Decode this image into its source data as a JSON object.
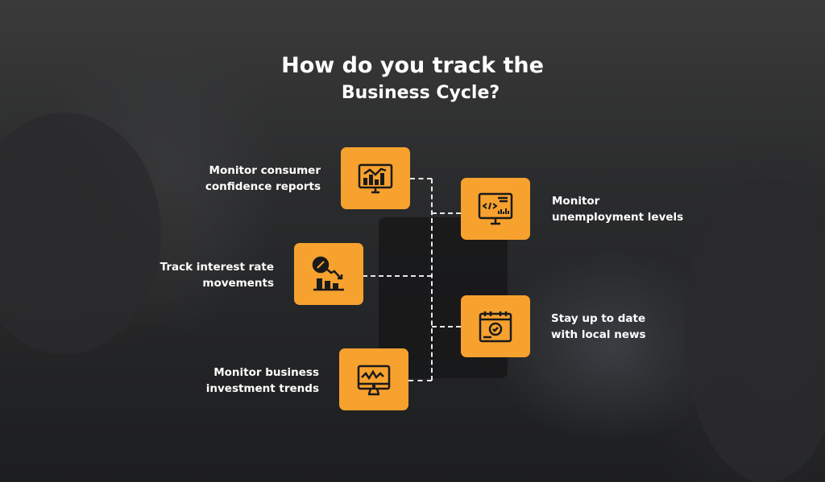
{
  "title": {
    "line1": "How do you track the",
    "line2": "Business Cycle?"
  },
  "items": [
    {
      "label_line1": "Monitor consumer",
      "label_line2": "confidence reports",
      "icon": "monitor-bar-chart-icon"
    },
    {
      "label_line1": "Monitor",
      "label_line2": "unemployment levels",
      "icon": "monitor-code-chart-icon"
    },
    {
      "label_line1": "Track interest rate",
      "label_line2": "movements",
      "icon": "percent-decline-icon"
    },
    {
      "label_line1": "Stay up to date",
      "label_line2": "with local news",
      "icon": "calendar-check-icon"
    },
    {
      "label_line1": "Monitor business",
      "label_line2": "investment trends",
      "icon": "monitor-line-trend-icon"
    }
  ],
  "colors": {
    "accent": "#f7a12f",
    "background": "#1f2022",
    "text": "#ffffff"
  }
}
